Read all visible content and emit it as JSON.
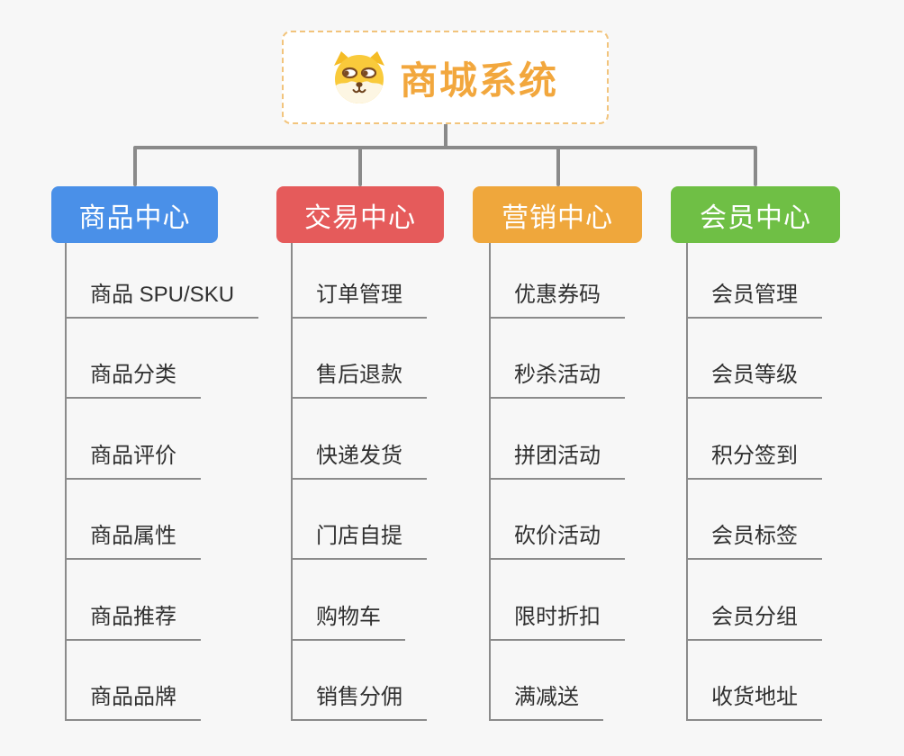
{
  "background_color": "#f7f7f7",
  "connector_color": "#8a8a8a",
  "root": {
    "title": "商城系统",
    "icon": "shiba-dog-icon",
    "accent_color": "#f2a73d",
    "border_color": "#f2c47c"
  },
  "branches": [
    {
      "label": "商品中心",
      "color": "#4a90e8",
      "items": [
        "商品 SPU/SKU",
        "商品分类",
        "商品评价",
        "商品属性",
        "商品推荐",
        "商品品牌"
      ]
    },
    {
      "label": "交易中心",
      "color": "#e55b5b",
      "items": [
        "订单管理",
        "售后退款",
        "快递发货",
        "门店自提",
        "购物车",
        "销售分佣"
      ]
    },
    {
      "label": "营销中心",
      "color": "#efa73c",
      "items": [
        "优惠券码",
        "秒杀活动",
        "拼团活动",
        "砍价活动",
        "限时折扣",
        "满减送"
      ]
    },
    {
      "label": "会员中心",
      "color": "#6fbf45",
      "items": [
        "会员管理",
        "会员等级",
        "积分签到",
        "会员标签",
        "会员分组",
        "收货地址"
      ]
    }
  ]
}
